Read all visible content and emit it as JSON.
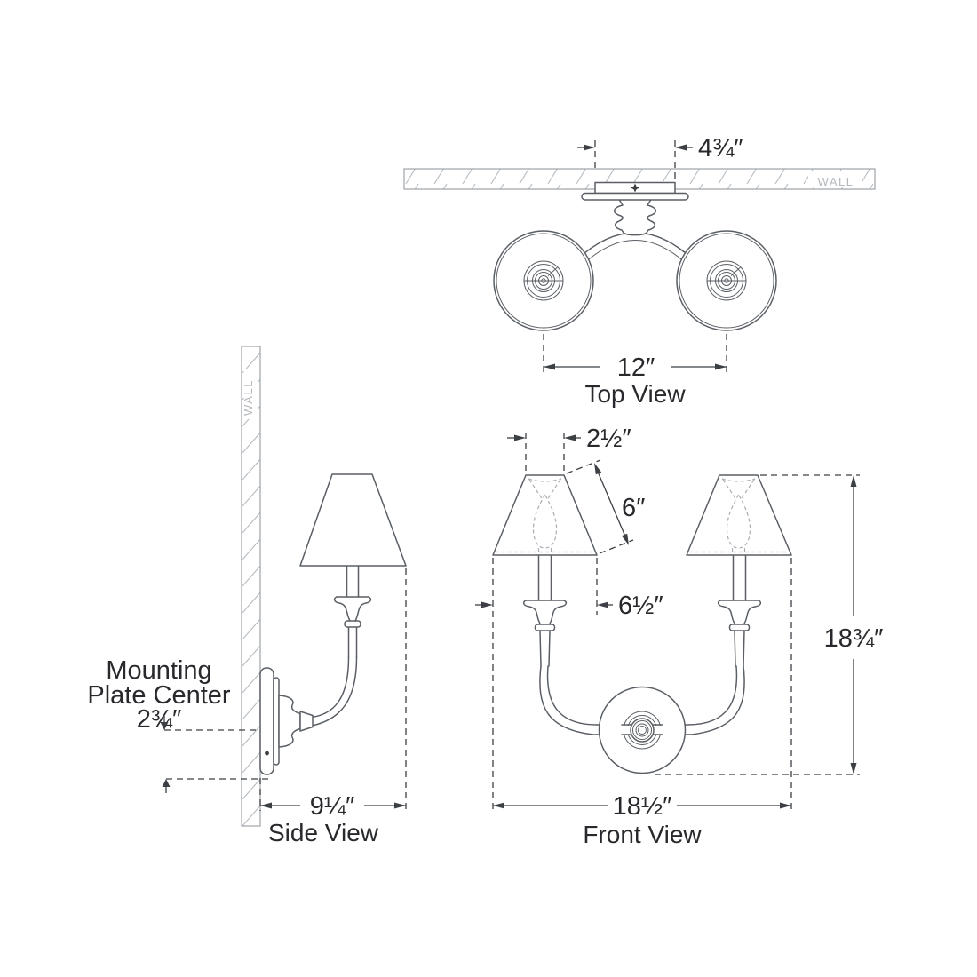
{
  "colors": {
    "background": "#ffffff",
    "fixture-line": "#5a5f65",
    "dim-line": "#3c4045",
    "text": "#27292c",
    "light-dash": "#a9adb2",
    "wall-line": "#9ea3a8",
    "wall-hatch": "#b7bbc0",
    "wall-text": "#b4b8bc"
  },
  "views": {
    "top": {
      "label": "Top View",
      "wall_label": "WALL",
      "dim_backplate_width": "4¾″",
      "dim_shade_spacing": "12″"
    },
    "side": {
      "label": "Side View",
      "wall_label": "WALL",
      "note": {
        "line1": "Mounting",
        "line2": "Plate Center",
        "line3": "2¾″"
      },
      "dim_depth": "9¼″"
    },
    "front": {
      "label": "Front View",
      "dim_shade_top_width": "2½″",
      "dim_shade_slant": "6″",
      "dim_shade_bottom_width": "6½″",
      "dim_overall_height": "18¾″",
      "dim_overall_width": "18½″"
    }
  }
}
